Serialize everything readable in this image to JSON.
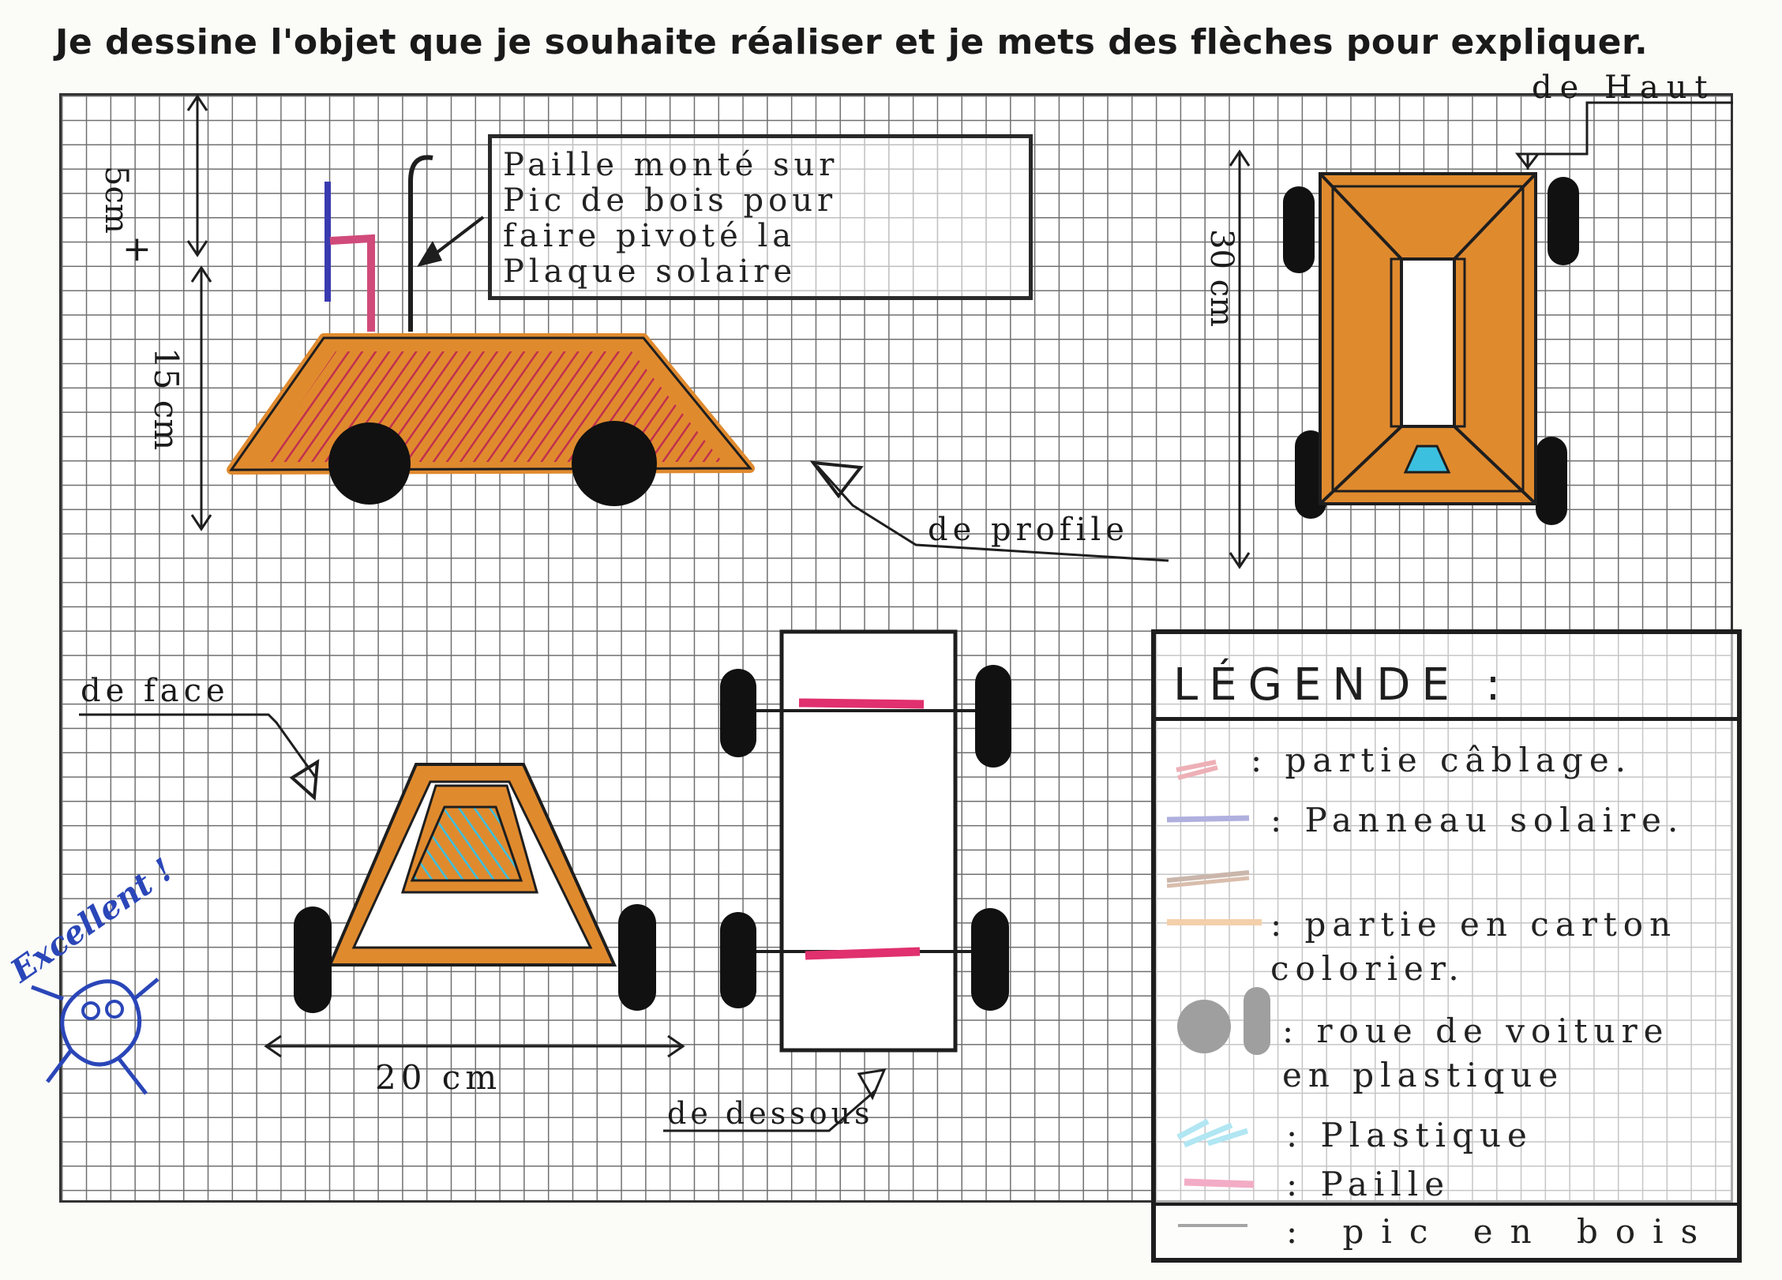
{
  "title": "Je dessine l'objet que je souhaite réaliser et je mets des flèches pour expliquer.",
  "note": {
    "lines": [
      "Paille monté sur",
      "Pic de bois pour",
      "faire pivoté la",
      "Plaque solaire"
    ]
  },
  "labels": {
    "height_top": "5cm",
    "plus": "+",
    "height_bottom": "15 cm",
    "depth": "30 cm",
    "width": "20 cm",
    "view_profile": "de profile",
    "view_top": "de Haut",
    "view_front": "de face",
    "view_below": "de dessous",
    "stamp": "Excellent !"
  },
  "legend": {
    "title": "LÉGENDE :",
    "items": [
      {
        "text": "partie câblage.",
        "color": "#d23a4a"
      },
      {
        "text": "Panneau solaire.",
        "color": "#3a3ab0"
      },
      {
        "text": "partie en carton colorier.",
        "color": "#e08a2e"
      },
      {
        "text": "roue de voiture en plastique",
        "color": "#111111"
      },
      {
        "text": "Plastique",
        "color": "#3cc0e0"
      },
      {
        "text": "Paille",
        "color": "#e0306e"
      },
      {
        "text": "pic en bois",
        "color": "#111111"
      }
    ]
  },
  "colors": {
    "carton": "#e08a2e",
    "hatch": "#c0304e",
    "wheel": "#111111",
    "panel": "#3a3ab0",
    "plastic": "#3cc0e0",
    "straw": "#e0306e",
    "ink": "#1e1e1e"
  }
}
